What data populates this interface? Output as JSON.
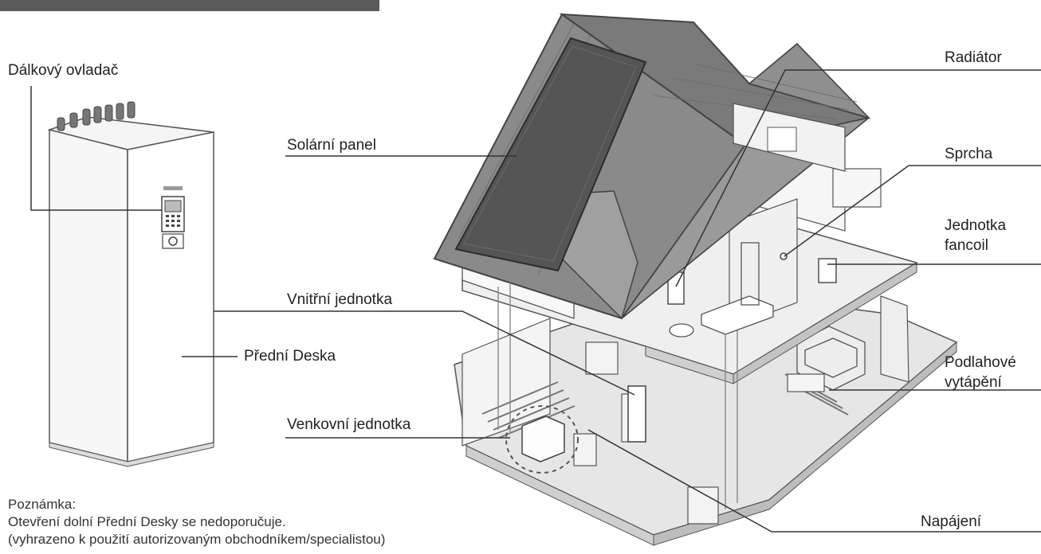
{
  "labels": {
    "remote_controller": "Dálkový ovladač",
    "solar_panel": "Solární panel",
    "indoor_unit": "Vnitřní jednotka",
    "front_panel": "Přední Deska",
    "outdoor_unit": "Venkovní jednotka",
    "radiator": "Radiátor",
    "shower": "Sprcha",
    "fancoil_unit_line1": "Jednotka",
    "fancoil_unit_line2": "fancoil",
    "floor_heating_line1": "Podlahové",
    "floor_heating_line2": "vytápění",
    "power_supply": "Napájení"
  },
  "note": {
    "title": "Poznámka:",
    "line1": "Otevření dolní Přední Desky se nedoporučuje.",
    "line2": "(vyhrazeno k použití autorizovaným obchodníkem/specialistou)"
  },
  "colors": {
    "roof": "#8a8a8a",
    "roof_dark": "#6d6d6d",
    "solar_panel": "#555555",
    "wall": "#f2f2f2",
    "outline": "#555555",
    "leader_line": "#333333"
  }
}
